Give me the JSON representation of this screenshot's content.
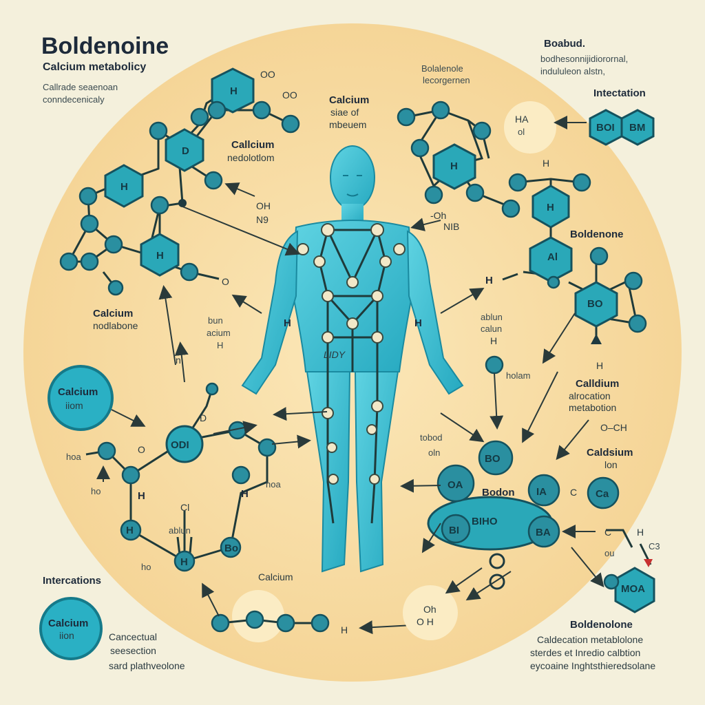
{
  "colors": {
    "background": "#f4f0dc",
    "circle": "#f7d9a0",
    "body": "#3fc0d4",
    "atom": "#2a8fa0",
    "ion": "#2ab0c4"
  },
  "header": {
    "title": "Boldenoine",
    "subtitle": "Calcium metabolicy",
    "desc1": "Callrade seaenoan",
    "desc2": "conndecenicaly"
  },
  "top_right": {
    "title": "Boabud.",
    "line1": "bodhesonnijidiorornal,",
    "line2": "indululeon alstn,",
    "interaction": "Intectation",
    "hex_left": "BOI",
    "hex_right": "BM",
    "ha": "HA",
    "ol": "ol",
    "h": "H"
  },
  "top_center": {
    "label1": "Calcium",
    "label2": "siae of",
    "label3": "mbeuem",
    "bonlamale1": "Bolalenole",
    "bonlamale2": "lecorgernen"
  },
  "labels": {
    "calcium_metabolism": [
      "Callcium",
      "nedolotlom"
    ],
    "calcium_metabolone": [
      "Calcium",
      "nodlabone"
    ],
    "bun_acium": [
      "bun",
      "acium",
      "H"
    ],
    "oh_no_left": [
      "OH",
      "N9"
    ],
    "o_left": "O",
    "o_top": "OO",
    "o_top2": "OO",
    "n_left": "n",
    "d_left": "D",
    "hoa_left": "hoa",
    "ho_left": "ho",
    "h_left": "H",
    "h_body_left": "H",
    "h_body_right": "H",
    "h_mid_right": "H",
    "h_atom_left": "H",
    "h_bottom": "H",
    "cl": "Cl",
    "ablun": "ablun",
    "hoa_bottom": "hoa",
    "oh_right": [
      "-Oh",
      "NIB"
    ],
    "ablun_right": [
      "ablun",
      "calun",
      "H"
    ],
    "holam": "holam",
    "caldium": [
      "Calldium",
      "alrocation",
      "metabotion"
    ],
    "o_ch": "O–CH",
    "calcium_ion_right": [
      "Caldsium",
      "lon"
    ],
    "bodon": "Bodon",
    "c": "C",
    "calcium_bottom": "Calcium",
    "oh_bottom": [
      "Oh",
      "O H"
    ],
    "h_bottom_mid": "H",
    "boldenone_right": "Boldenone",
    "h_below_hex": "H",
    "lotdo": [
      "tobod",
      "oln"
    ],
    "cc_right": [
      "C",
      "H",
      "C3",
      "ou"
    ],
    "hoa_top_chain": "O"
  },
  "hex_labels": {
    "h1": "H",
    "h2": "D",
    "h3": "H",
    "h4": "H",
    "h5": "H",
    "top_right_h": "H",
    "bo_right": "BO",
    "al_right": "Al",
    "hoi": "H",
    "odi": "ODI",
    "h_ring1": "H",
    "h_ring2": "H",
    "bo_ring": "Bo",
    "mid_oa": "OA",
    "bo_bot": "BO",
    "ia": "IA",
    "ca": "Ca",
    "bb": "BI",
    "ba": "BA",
    "biho": "BIHO",
    "moa": "MOA"
  },
  "ions": {
    "left_label1": "Calcium",
    "left_label2": "iiom",
    "bottom_label1": "Calcium",
    "bottom_label2": "iion"
  },
  "interactions": {
    "title": "Intercations",
    "line1": "Cancectual",
    "line2": "seesection",
    "line3": "sard plathveolone"
  },
  "bottom_right": {
    "title": "Boldenolone",
    "line1": "Caldecation  metablolone",
    "line2": "sterdes et Inredio calbtion",
    "line3": "eycoaine Inghtsthieredsolane"
  },
  "body_label": "LIDY"
}
